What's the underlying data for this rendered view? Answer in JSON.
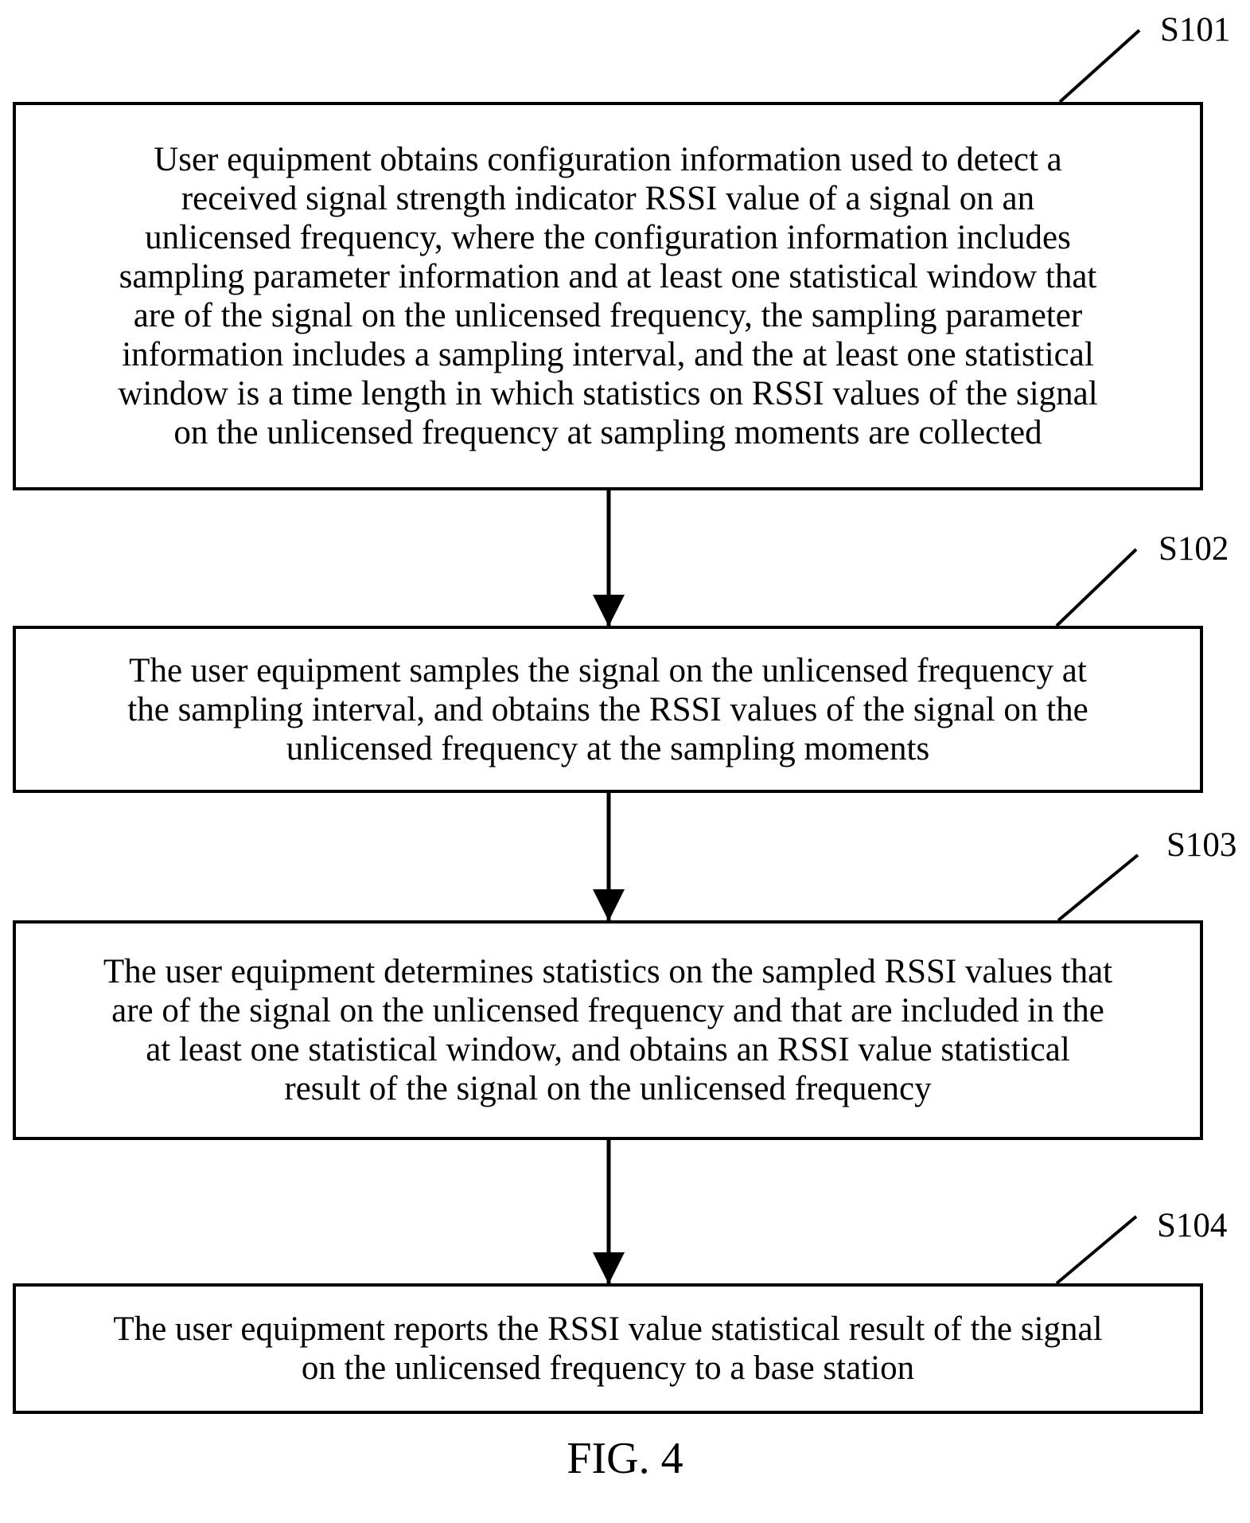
{
  "figure": {
    "caption": "FIG. 4"
  },
  "steps": [
    {
      "label": "S101",
      "text": "User equipment obtains configuration information used to detect a\nreceived signal strength indicator RSSI value of a signal on an\nunlicensed frequency, where the configuration information includes\nsampling parameter information and at least one statistical window that\nare of the signal on the unlicensed frequency, the sampling parameter\ninformation includes a sampling interval, and the at least one statistical\nwindow is a time length in which statistics on RSSI values of the signal\non the unlicensed frequency at sampling moments are collected"
    },
    {
      "label": "S102",
      "text": "The user equipment samples the signal on the unlicensed frequency at\nthe sampling interval, and obtains the RSSI values of the signal on the\nunlicensed frequency at the sampling moments"
    },
    {
      "label": "S103",
      "text": "The user equipment determines statistics on the sampled RSSI values that\nare of the signal on the unlicensed frequency and that are included in the\nat least one statistical window, and obtains an RSSI value statistical\nresult of the signal on the unlicensed frequency"
    },
    {
      "label": "S104",
      "text": "The user equipment reports the RSSI value statistical result of the signal\non the unlicensed frequency to a base station"
    }
  ],
  "colors": {
    "line": "#000000",
    "background": "#ffffff"
  }
}
